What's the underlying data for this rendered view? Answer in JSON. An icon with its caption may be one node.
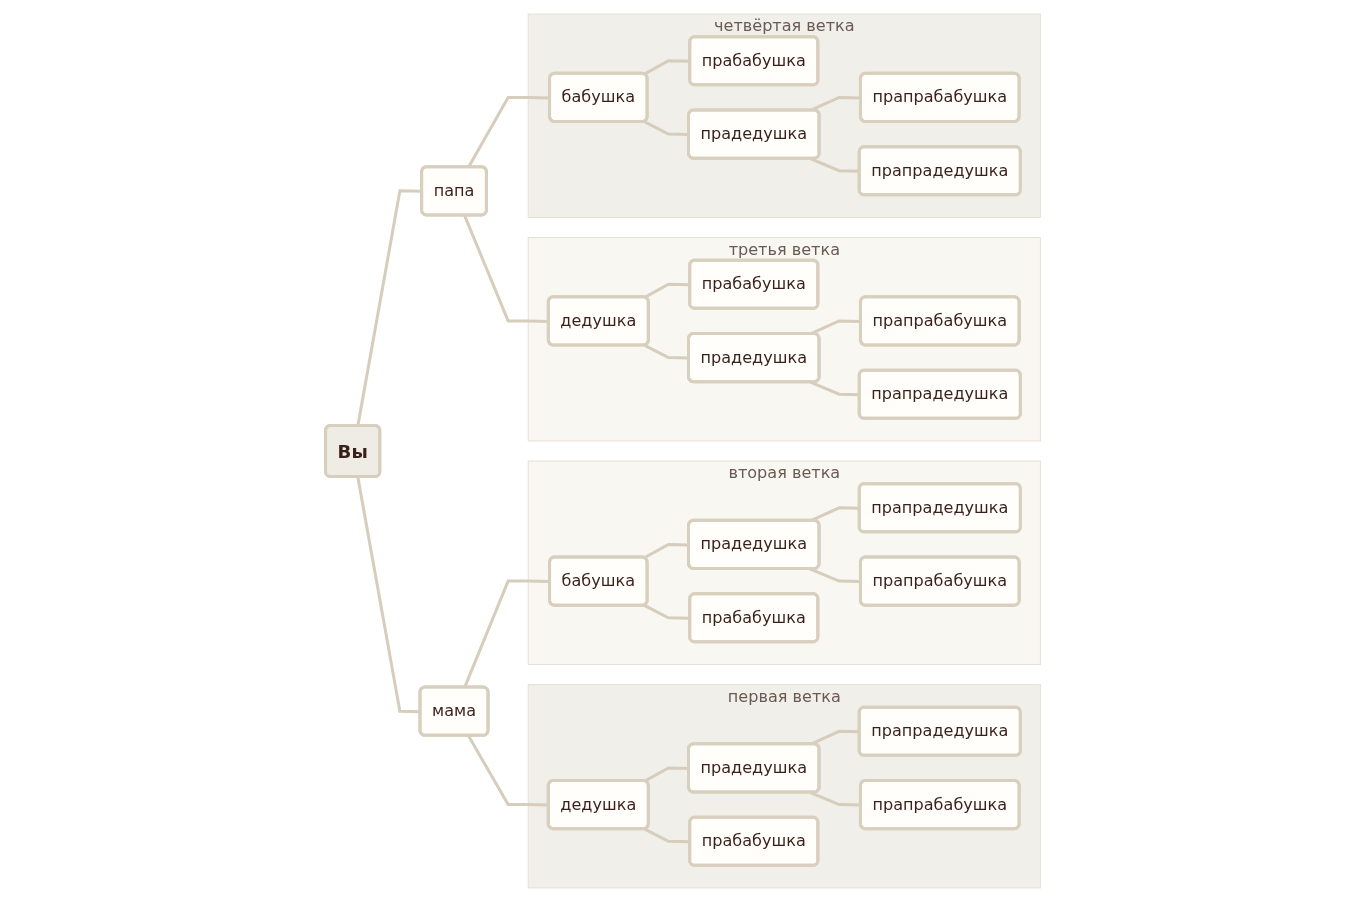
{
  "diagram": {
    "nodes": [
      {
        "text": [
          "первая ветка"
        ]
      },
      {
        "text": [
          "прапрадедушка"
        ],
        "in": 0
      },
      {
        "text": [
          "прапрабабушка"
        ],
        "in": 0
      },
      {
        "text": [
          "прадедушка"
        ],
        "in": 0
      },
      {
        "text": [
          "дедушка"
        ],
        "in": 0
      },
      {
        "text": [
          "прабабушка"
        ],
        "in": 0
      },
      {
        "text": [
          "вторая ветка"
        ]
      },
      {
        "text": [
          "прапрадедушка"
        ],
        "in": 6
      },
      {
        "text": [
          "прадедушка"
        ],
        "in": 6
      },
      {
        "text": [
          "прапрабабушка"
        ],
        "in": 6
      },
      {
        "text": [
          "бабушка"
        ],
        "in": 6
      },
      {
        "text": [
          "прабабушка"
        ],
        "in": 6
      },
      {
        "text": [
          "мама"
        ]
      },
      {
        "text": [
          "Вы"
        ]
      },
      {
        "text": [
          "папа"
        ]
      },
      {
        "text": [
          "третья ветка"
        ]
      },
      {
        "text": [
          "прабабушка"
        ],
        "in": 15
      },
      {
        "text": [
          "дедушка"
        ],
        "in": 15
      },
      {
        "text": [
          "прапрабабушка"
        ],
        "in": 15
      },
      {
        "text": [
          "прадедушка"
        ],
        "in": 15
      },
      {
        "text": [
          "прапрадедушка"
        ],
        "in": 15
      },
      {
        "text": [
          "четвёртая ветка"
        ]
      },
      {
        "text": [
          "прабабушка"
        ],
        "in": 21
      },
      {
        "text": [
          "бабушка"
        ],
        "in": 21
      },
      {
        "text": [
          "прадедушка"
        ],
        "in": 21
      },
      {
        "text": [
          "прапрабабушка"
        ],
        "in": 21
      },
      {
        "text": [
          "прапрадедушка"
        ],
        "in": 21
      }
    ],
    "edges": [
      {
        "from": 13,
        "to": 12,
        "arrow": "none"
      },
      {
        "from": 13,
        "to": 14,
        "arrow": "none"
      },
      {
        "from": 12,
        "to": 4,
        "arrow": "none"
      },
      {
        "from": 12,
        "to": 10,
        "arrow": "none"
      },
      {
        "from": 4,
        "to": 3,
        "arrow": "none"
      },
      {
        "from": 4,
        "to": 5,
        "arrow": "none"
      },
      {
        "from": 3,
        "to": 1,
        "arrow": "none"
      },
      {
        "from": 3,
        "to": 2,
        "arrow": "none"
      },
      {
        "from": 10,
        "to": 8,
        "arrow": "none"
      },
      {
        "from": 10,
        "to": 11,
        "arrow": "none"
      },
      {
        "from": 8,
        "to": 7,
        "arrow": "none"
      },
      {
        "from": 8,
        "to": 9,
        "arrow": "none"
      },
      {
        "from": 14,
        "to": 17,
        "arrow": "none"
      },
      {
        "from": 14,
        "to": 23,
        "arrow": "none"
      },
      {
        "from": 17,
        "to": 16,
        "arrow": "none"
      },
      {
        "from": 17,
        "to": 19,
        "arrow": "none"
      },
      {
        "from": 19,
        "to": 18,
        "arrow": "none"
      },
      {
        "from": 19,
        "to": 20,
        "arrow": "none"
      },
      {
        "from": 23,
        "to": 22,
        "arrow": "none"
      },
      {
        "from": 23,
        "to": 24,
        "arrow": "none"
      },
      {
        "from": 24,
        "to": 25,
        "arrow": "none"
      },
      {
        "from": 24,
        "to": 26,
        "arrow": "none"
      }
    ]
  }
}
